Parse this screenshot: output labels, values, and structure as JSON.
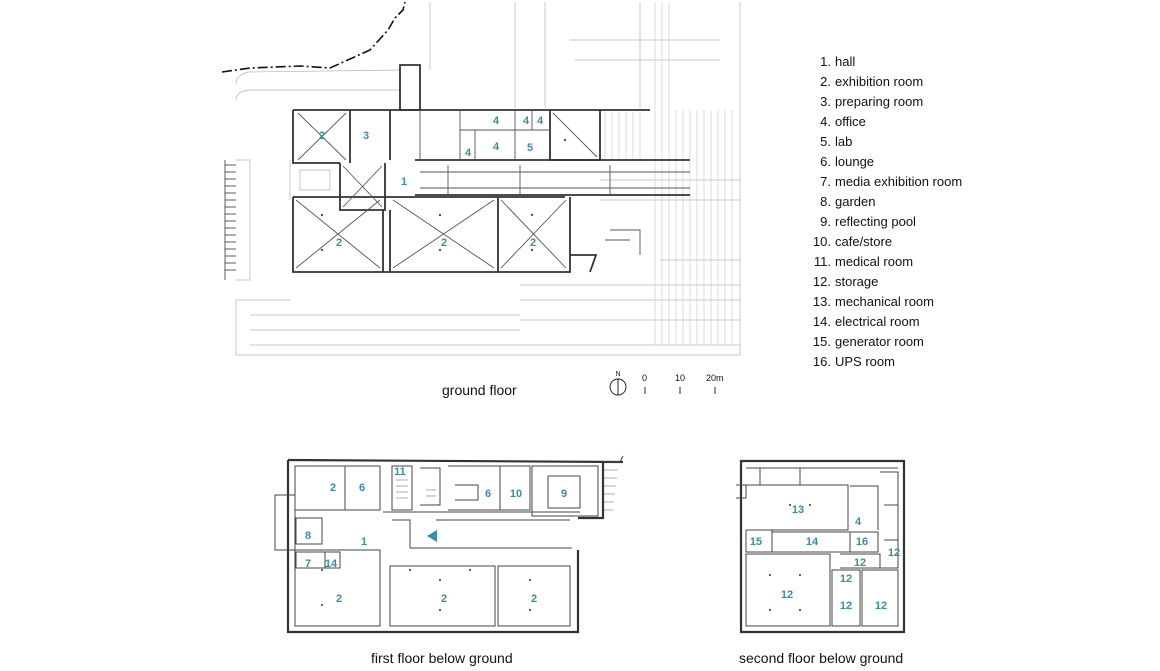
{
  "captions": {
    "ground": "ground floor",
    "first_below": "first floor below ground",
    "second_below": "second floor below ground"
  },
  "scale_bar": {
    "north": "N",
    "ticks": [
      "0",
      "10",
      "20m"
    ]
  },
  "legend": [
    {
      "num": "1.",
      "label": "hall"
    },
    {
      "num": "2.",
      "label": "exhibition room"
    },
    {
      "num": "3.",
      "label": "preparing room"
    },
    {
      "num": "4.",
      "label": "office"
    },
    {
      "num": "5.",
      "label": "lab"
    },
    {
      "num": "6.",
      "label": "lounge"
    },
    {
      "num": "7.",
      "label": "media exhibition room"
    },
    {
      "num": "8.",
      "label": "garden"
    },
    {
      "num": "9.",
      "label": "reflecting pool"
    },
    {
      "num": "10.",
      "label": "cafe/store"
    },
    {
      "num": "11.",
      "label": "medical room"
    },
    {
      "num": "12.",
      "label": "storage"
    },
    {
      "num": "13.",
      "label": "mechanical room"
    },
    {
      "num": "14.",
      "label": "electrical room"
    },
    {
      "num": "15.",
      "label": "generator room"
    },
    {
      "num": "16.",
      "label": "UPS room"
    }
  ],
  "room_labels": {
    "ground": [
      "2",
      "3",
      "4",
      "4",
      "4",
      "4",
      "4",
      "5",
      "1",
      "2",
      "2",
      "2"
    ],
    "first_below": [
      "2",
      "6",
      "11",
      "6",
      "10",
      "9",
      "8",
      "1",
      "7",
      "14",
      "2",
      "2",
      "2"
    ],
    "second_below": [
      "13",
      "4",
      "15",
      "14",
      "16",
      "12",
      "12",
      "12",
      "12",
      "12",
      "12"
    ]
  },
  "colors": {
    "room_number": "#3a8da8",
    "line": "#333333",
    "fine_line": "#9a9a9a"
  }
}
